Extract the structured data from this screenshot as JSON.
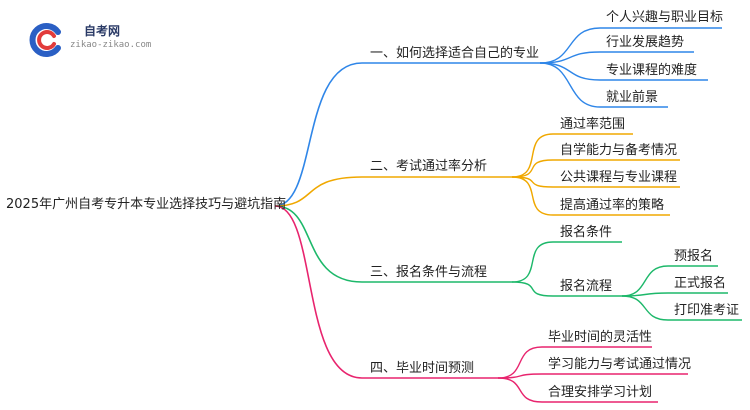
{
  "logo": {
    "title": "自考网",
    "subtitle": "zikao-zikao.com"
  },
  "root": "2025年广州自考专升本专业选择技巧与避坑指南",
  "branches": [
    {
      "label": "一、如何选择适合自己的专业",
      "color": "#2f86e8",
      "children": [
        "个人兴趣与职业目标",
        "行业发展趋势",
        "专业课程的难度",
        "就业前景"
      ]
    },
    {
      "label": "二、考试通过率分析",
      "color": "#f0a800",
      "children": [
        "通过率范围",
        "自学能力与备考情况",
        "公共课程与专业课程",
        "提高通过率的策略"
      ]
    },
    {
      "label": "三、报名条件与流程",
      "color": "#1db86a",
      "children": [
        "报名条件",
        "报名流程"
      ],
      "grandchildren": [
        "预报名",
        "正式报名",
        "打印准考证"
      ]
    },
    {
      "label": "四、毕业时间预测",
      "color": "#e8246e",
      "children": [
        "毕业时间的灵活性",
        "学习能力与考试通过情况",
        "合理安排学习计划"
      ]
    }
  ]
}
